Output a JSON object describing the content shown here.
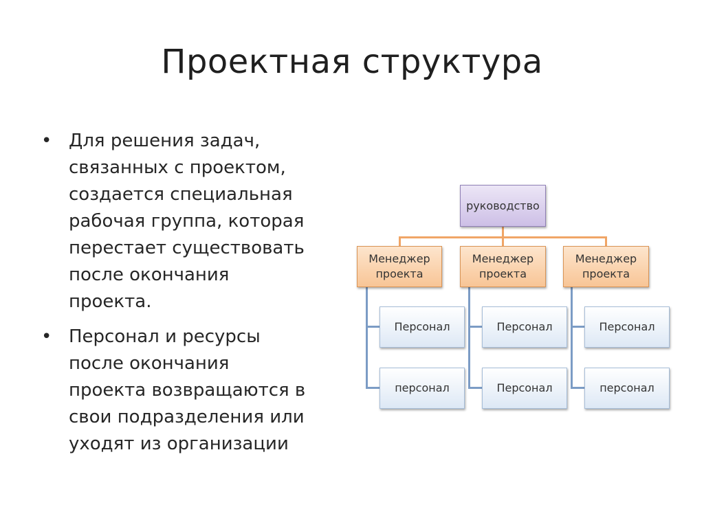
{
  "slide": {
    "title": "Проектная структура",
    "bullets": [
      {
        "marker": "•",
        "lines": [
          "Для решения задач,",
          "связанных с проектом,",
          "создается специальная",
          "рабочая группа, которая",
          "перестает существовать",
          "после окончания",
          "проекта."
        ]
      },
      {
        "marker": "•",
        "lines": [
          "Персонал и ресурсы",
          "после окончания",
          "проекта возвращаются в",
          "свои подразделения или",
          "уходят из организации"
        ]
      }
    ]
  },
  "diagram": {
    "root": {
      "label": "руководство"
    },
    "managers": [
      {
        "label": "Менеджер проекта",
        "staff": [
          "Персонал",
          "персонал"
        ]
      },
      {
        "label": "Менеджер проекта",
        "staff": [
          "Персонал",
          "Персонал"
        ]
      },
      {
        "label": "Менеджер проекта",
        "staff": [
          "Персонал",
          "персонал"
        ]
      }
    ],
    "colors": {
      "root_fill": "#cdbfe6",
      "manager_fill": "#f8c596",
      "staff_fill": "#dde8f5",
      "orange_connector": "#f0a566",
      "blue_connector": "#7c9cc5"
    }
  }
}
